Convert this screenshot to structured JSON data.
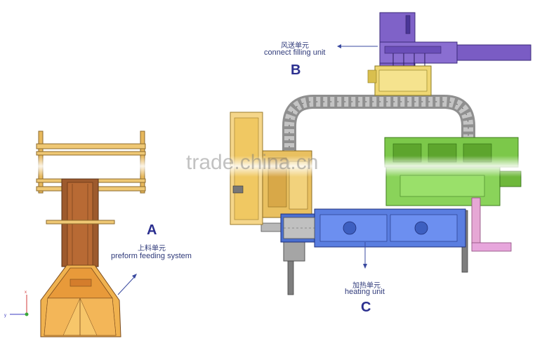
{
  "labels": {
    "b": {
      "cn": "风送单元",
      "en": "connect filling unit",
      "letter": "B"
    },
    "a": {
      "cn": "上料单元",
      "en": "preform feeding system",
      "letter": "A"
    },
    "c": {
      "cn": "加热单元",
      "en": "heating unit",
      "letter": "C"
    }
  },
  "watermark": "trade.china.cn",
  "axes": {
    "x": "x",
    "y": "y"
  },
  "colors": {
    "feeding": "#e9b25a",
    "feeding_dark": "#9a5226",
    "filling": "#7a5cc4",
    "filling_yellow": "#efd773",
    "heating": "#4f74d2",
    "green_unit": "#78c342",
    "chain": "#a9a9a9",
    "label_text": "#2f3a7a"
  }
}
